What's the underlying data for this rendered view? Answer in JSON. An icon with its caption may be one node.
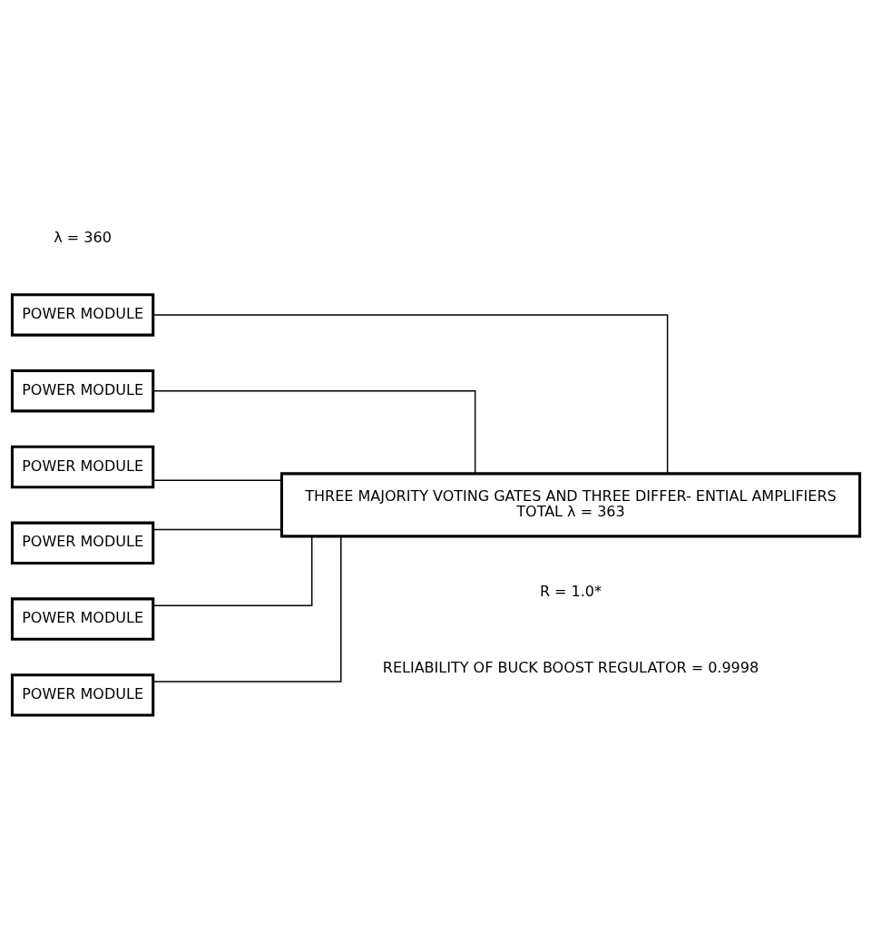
{
  "diagram": {
    "nodes": [
      {
        "text": [
          "POWER MODULE"
        ],
        "beside": [
          "λ = 360"
        ]
      },
      {
        "text": [
          "POWER MODULE"
        ]
      },
      {
        "text": [
          "POWER MODULE"
        ]
      },
      {
        "text": [
          "POWER MODULE"
        ]
      },
      {
        "text": [
          "POWER MODULE"
        ]
      },
      {
        "text": [
          "POWER MODULE"
        ]
      },
      {
        "text": [
          "THREE MAJORITY VOTING GATES AND THREE DIFFER- ENTIAL AMPLIFIERS",
          "TOTAL λ = 363"
        ],
        "beside": [
          "R = 1.0*"
        ]
      }
    ],
    "edges": [
      {
        "from": 0,
        "to": 6,
        "arrow": "none"
      },
      {
        "from": 1,
        "to": 6,
        "arrow": "none"
      },
      {
        "from": 2,
        "to": 6,
        "arrow": "none"
      },
      {
        "from": 3,
        "to": 6,
        "arrow": "none"
      },
      {
        "from": 4,
        "to": 6,
        "arrow": "none"
      },
      {
        "from": 5,
        "to": 6,
        "arrow": "none"
      }
    ],
    "labels": [
      "RELIABILITY OF BUCK BOOST REGULATOR = 0.9998"
    ]
  }
}
